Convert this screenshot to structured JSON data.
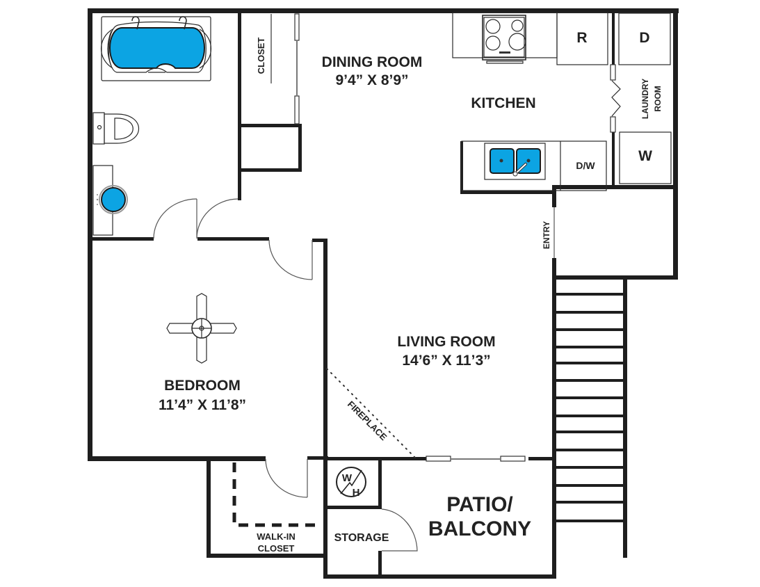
{
  "floorplan": {
    "rooms": {
      "dining": {
        "name": "DINING ROOM",
        "dims": "9’4” X 8’9”"
      },
      "kitchen": {
        "name": "KITCHEN"
      },
      "bedroom": {
        "name": "BEDROOM",
        "dims": "11’4” X 11’8”"
      },
      "living": {
        "name": "LIVING ROOM",
        "dims": "14’6” X 11’3”"
      },
      "laundry": {
        "line1": "LAUNDRY",
        "line2": "ROOM"
      },
      "closet": {
        "name": "CLOSET"
      },
      "walkin": {
        "line1": "WALK-IN",
        "line2": "CLOSET"
      },
      "storage": {
        "name": "STORAGE"
      },
      "patio": {
        "line1": "PATIO/",
        "line2": "BALCONY"
      }
    },
    "labels": {
      "entry": "ENTRY",
      "fireplace": "FIREPLACE"
    },
    "appliances": {
      "refrigerator": "R",
      "dryer": "D",
      "washer": "W",
      "dishwasher": "D/W",
      "water_heater_top": "W",
      "water_heater_bottom": "H"
    },
    "colors": {
      "wall": "#1e1e1e",
      "fixture_blue": "#0ca4e3",
      "background": "#ffffff"
    }
  }
}
